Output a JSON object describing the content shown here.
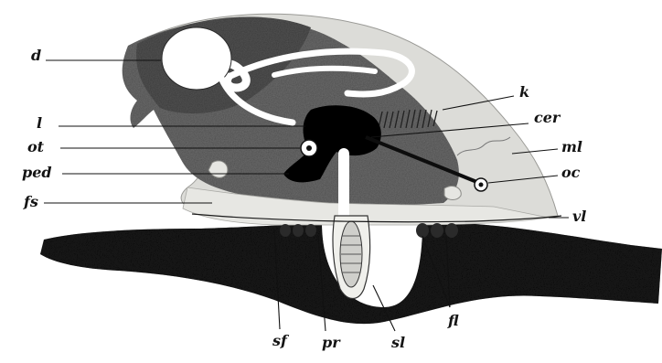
{
  "figure": {
    "labels": {
      "d": "d",
      "k": "k",
      "l": "l",
      "cer": "cer",
      "ot": "ot",
      "ml": "ml",
      "ped": "ped",
      "oc": "oc",
      "fs": "fs",
      "vl": "vl",
      "sf": "sf",
      "pr": "pr",
      "sl": "sl",
      "fl": "fl"
    }
  }
}
